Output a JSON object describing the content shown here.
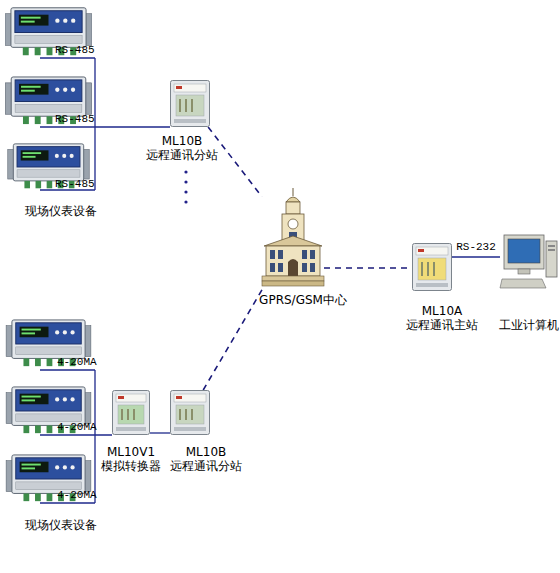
{
  "diagram": {
    "nodes": [
      {
        "text": [
          "ML10B",
          "远程通讯分站"
        ]
      },
      {
        "text": [
          "GPRS/GSM中心"
        ]
      },
      {
        "text": [
          "ML10A",
          "远程通讯主站"
        ]
      },
      {
        "text": [
          "工业计算机"
        ]
      },
      {
        "text": [
          "ML10V1",
          "模拟转换器"
        ]
      },
      {
        "text": [
          "ML10B",
          "远程通讯分站"
        ]
      }
    ],
    "edges": [
      {
        "from": 0,
        "to": 1,
        "arrow": "none"
      },
      {
        "from": 5,
        "to": 1,
        "arrow": "none"
      },
      {
        "from": 1,
        "to": 2,
        "arrow": "none"
      },
      {
        "from": 2,
        "to": 3,
        "label": "RS-232",
        "arrow": "none"
      },
      {
        "from": 4,
        "to": 5,
        "arrow": "none"
      }
    ],
    "labels": [
      "RS-485",
      "RS-485",
      "RS-485",
      "现场仪表设备",
      "4-20MA",
      "4-20MA",
      "4-20MA",
      "现场仪表设备"
    ]
  }
}
